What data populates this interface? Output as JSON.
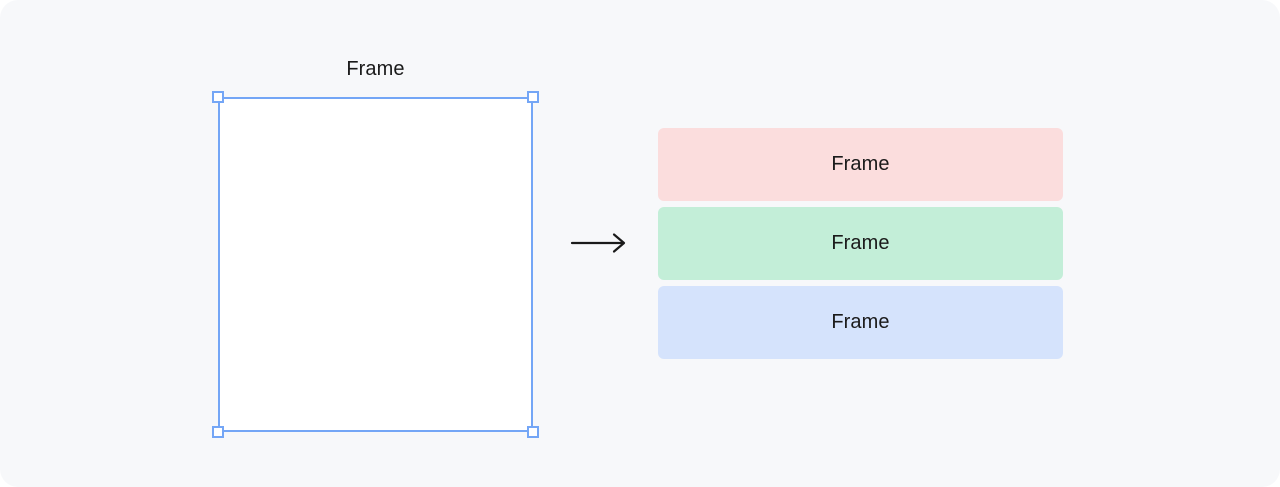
{
  "canvas": {
    "background": "#F7F8FA"
  },
  "source": {
    "label": "Frame",
    "fill": "#FFFFFF",
    "selection_color": "#74A6F6"
  },
  "arrow": {
    "direction": "right",
    "color": "#1A1A1A"
  },
  "result": {
    "frames": [
      {
        "label": "Frame",
        "color": "#FBDDDD"
      },
      {
        "label": "Frame",
        "color": "#C3EED8"
      },
      {
        "label": "Frame",
        "color": "#D5E3FC"
      }
    ]
  },
  "text_color": "#1A1A1A"
}
